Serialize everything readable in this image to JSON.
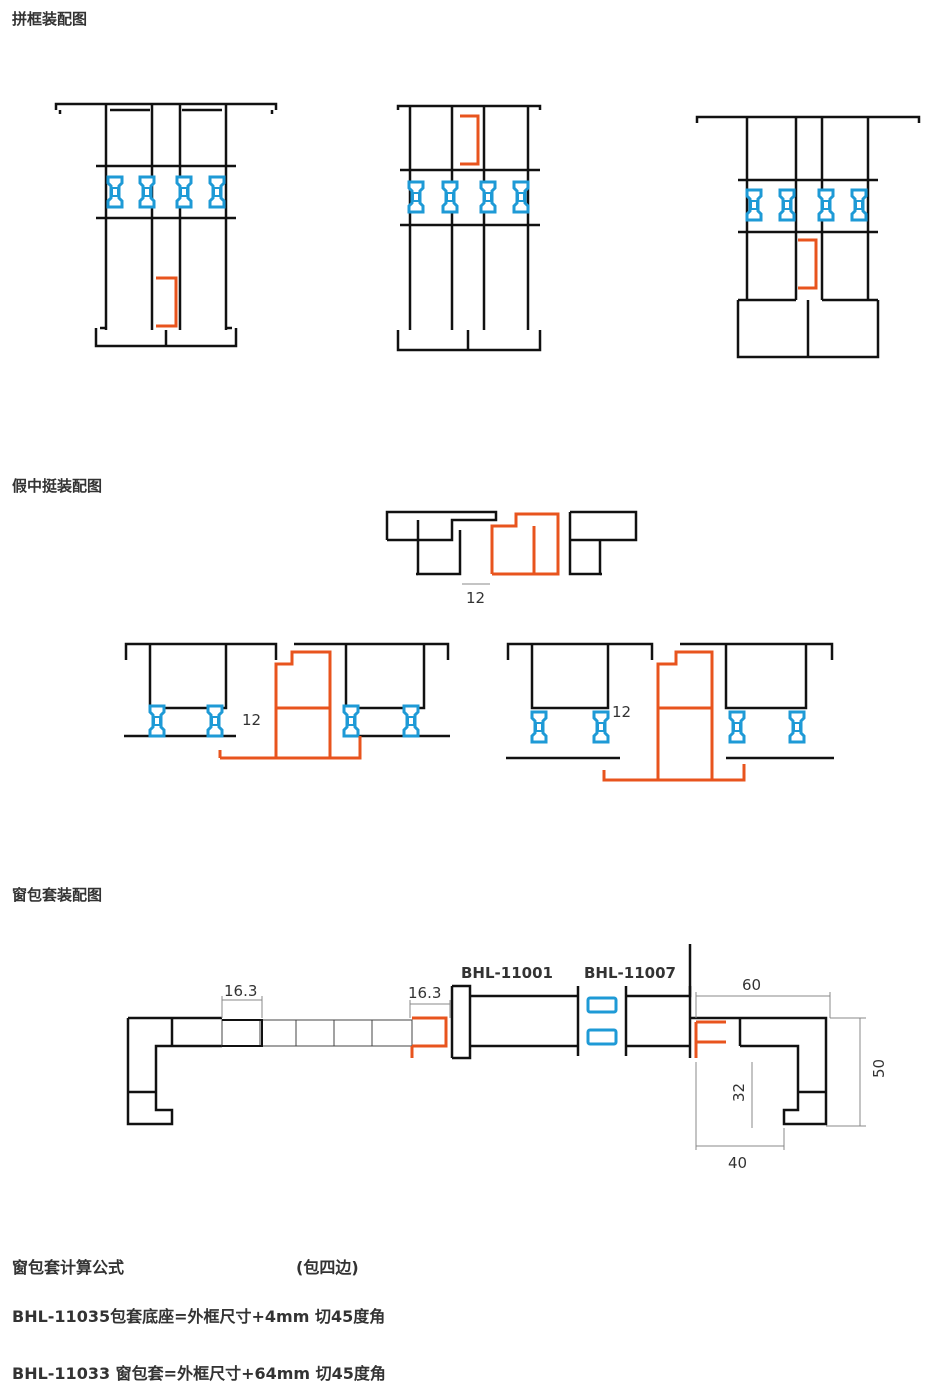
{
  "sections": {
    "mullion_title": "拼框装配图",
    "fake_mullion_title": "假中挺装配图",
    "window_cover_title": "窗包套装配图"
  },
  "dimensions": {
    "gap_12_a": "12",
    "gap_12_b": "12",
    "gap_12_c": "12",
    "cover_left_16_3": "16.3",
    "cover_right_16_3": "16.3",
    "cover_60": "60",
    "cover_50": "50",
    "cover_32": "32",
    "cover_40": "40"
  },
  "part_labels": {
    "part_a": "BHL-11001",
    "part_b": "BHL-11007"
  },
  "formulas": {
    "title": "窗包套计算公式",
    "note": "(包四边)",
    "line1": "BHL-11035包套底座=外框尺寸+4mm 切45度角",
    "line2": "BHL-11033 窗包套=外框尺寸+64mm 切45度角"
  },
  "colors": {
    "profile": "#111111",
    "gasket": "#1e9ad6",
    "connector": "#e8541e",
    "dimension": "#888888"
  }
}
